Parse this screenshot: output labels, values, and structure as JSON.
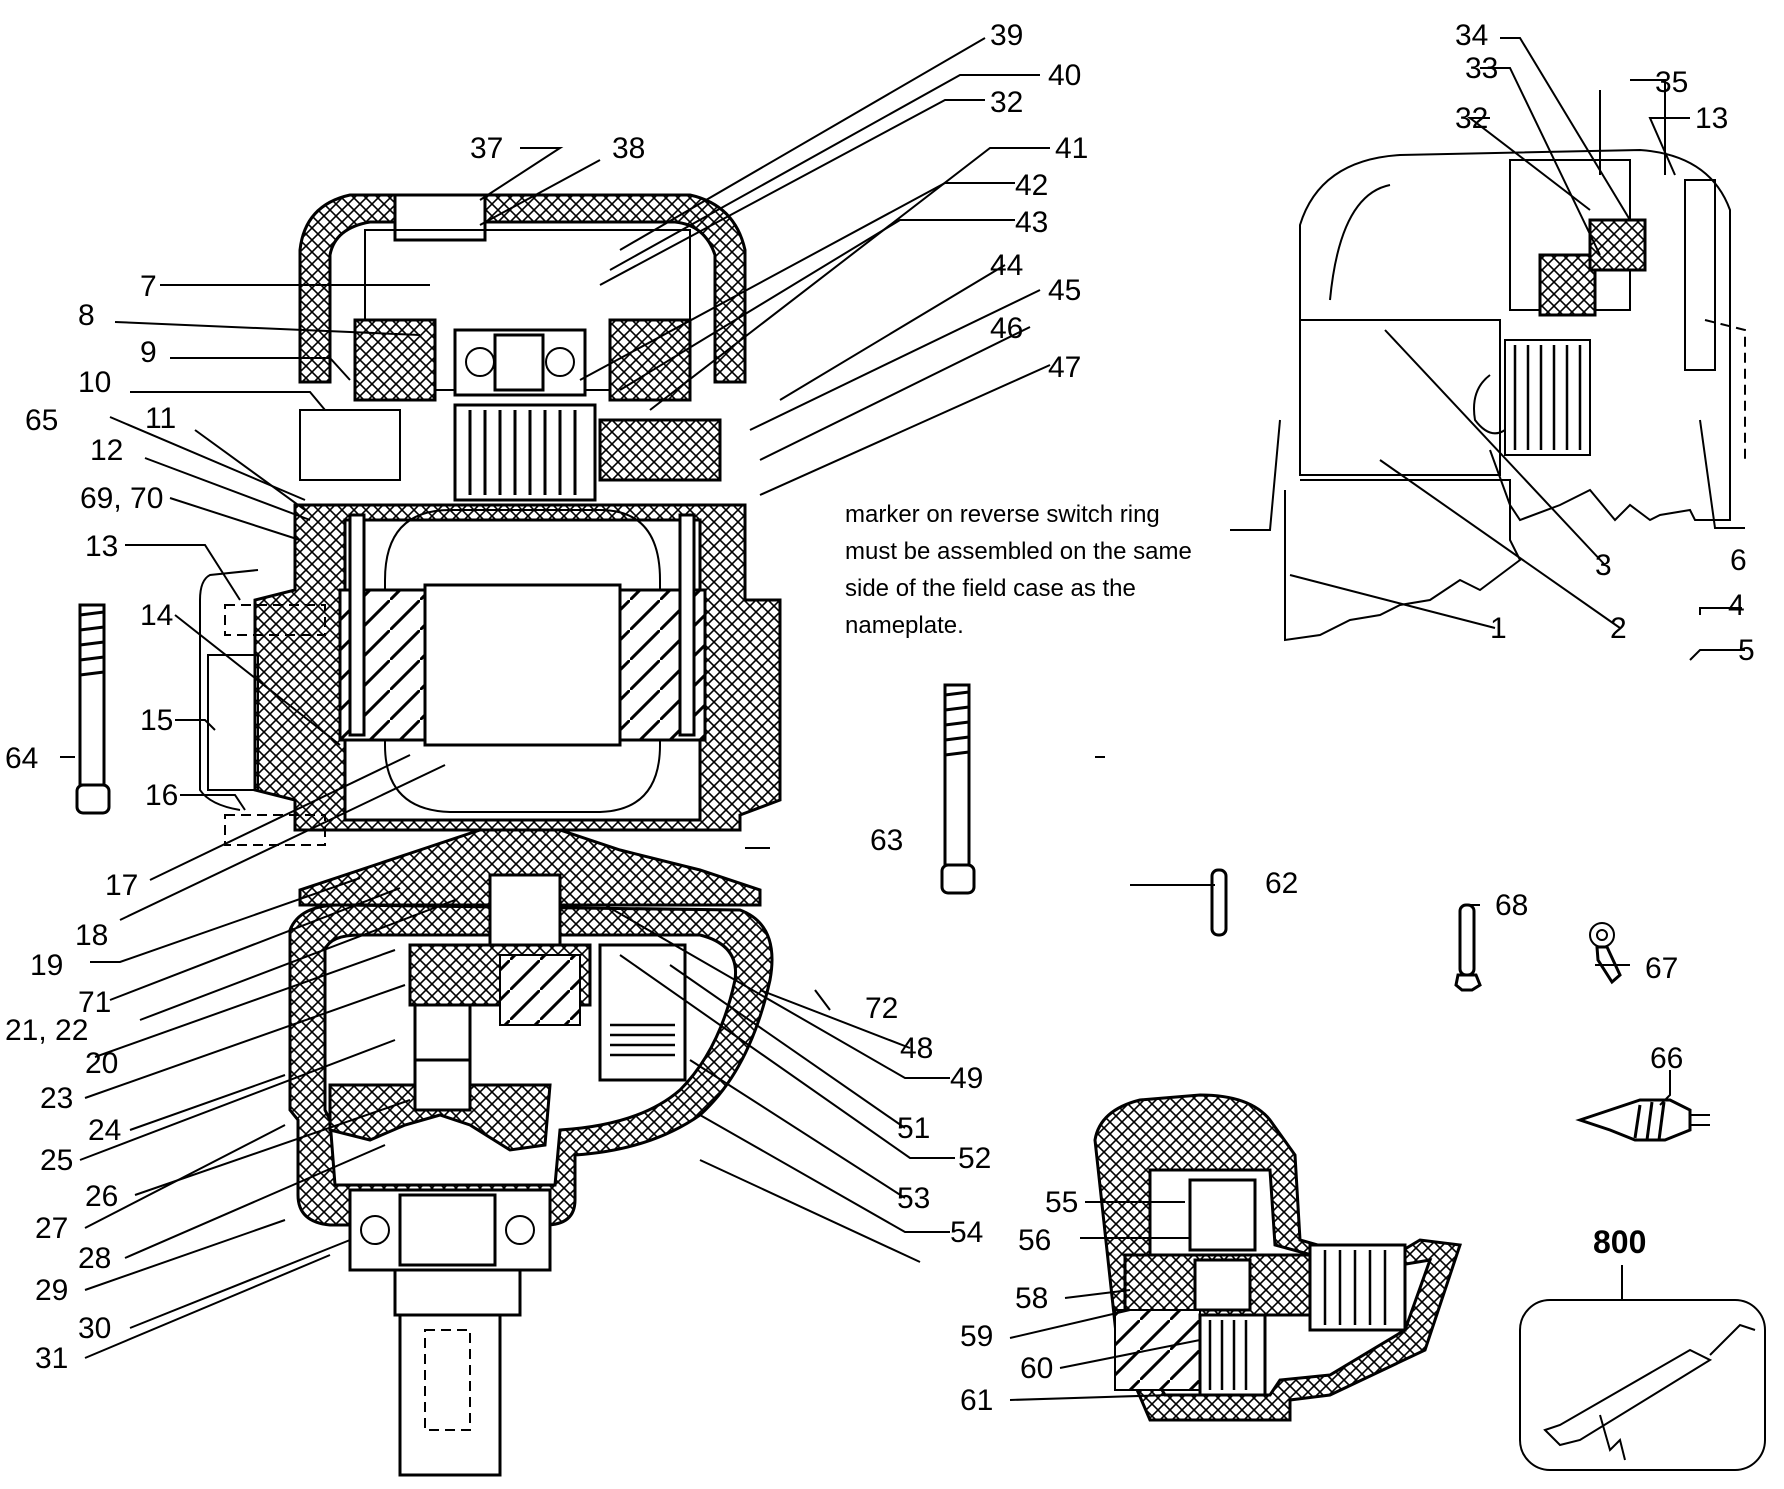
{
  "note": {
    "lines": [
      "marker on reverse switch ring",
      "must be assembled on the same",
      "side of the field case as the",
      "nameplate."
    ]
  },
  "kit_label": "800",
  "labels": {
    "l1": "1",
    "l2": "2",
    "l3": "3",
    "l4": "4",
    "l5": "5",
    "l6": "6",
    "l7": "7",
    "l8": "8",
    "l9": "9",
    "l10": "10",
    "l11": "11",
    "l12": "12",
    "l13a": "13",
    "l13b": "13",
    "l14": "14",
    "l15": "15",
    "l16": "16",
    "l17": "17",
    "l18": "18",
    "l19": "19",
    "l20": "20",
    "l2122": "21, 22",
    "l23": "23",
    "l24": "24",
    "l25": "25",
    "l26": "26",
    "l27": "27",
    "l28": "28",
    "l29": "29",
    "l30": "30",
    "l31": "31",
    "l32a": "32",
    "l32b": "32",
    "l33": "33",
    "l34": "34",
    "l35": "35",
    "l37": "37",
    "l38": "38",
    "l39": "39",
    "l40": "40",
    "l41": "41",
    "l42": "42",
    "l43": "43",
    "l44": "44",
    "l45": "45",
    "l46": "46",
    "l47": "47",
    "l48": "48",
    "l49": "49",
    "l51": "51",
    "l52": "52",
    "l53": "53",
    "l54": "54",
    "l55": "55",
    "l56": "56",
    "l58": "58",
    "l59": "59",
    "l60": "60",
    "l61": "61",
    "l62": "62",
    "l63": "63",
    "l64": "64",
    "l65": "65",
    "l66": "66",
    "l67": "67",
    "l68": "68",
    "l6970": "69, 70",
    "l71": "71",
    "l72": "72"
  },
  "parts_drawn": [
    "tool-housing-cutaway",
    "switch-detail-view",
    "gear-detail-view",
    "screw-64",
    "screw-63",
    "pin-62",
    "bolt-68",
    "terminal-67",
    "plug-66",
    "kit-800-box"
  ]
}
